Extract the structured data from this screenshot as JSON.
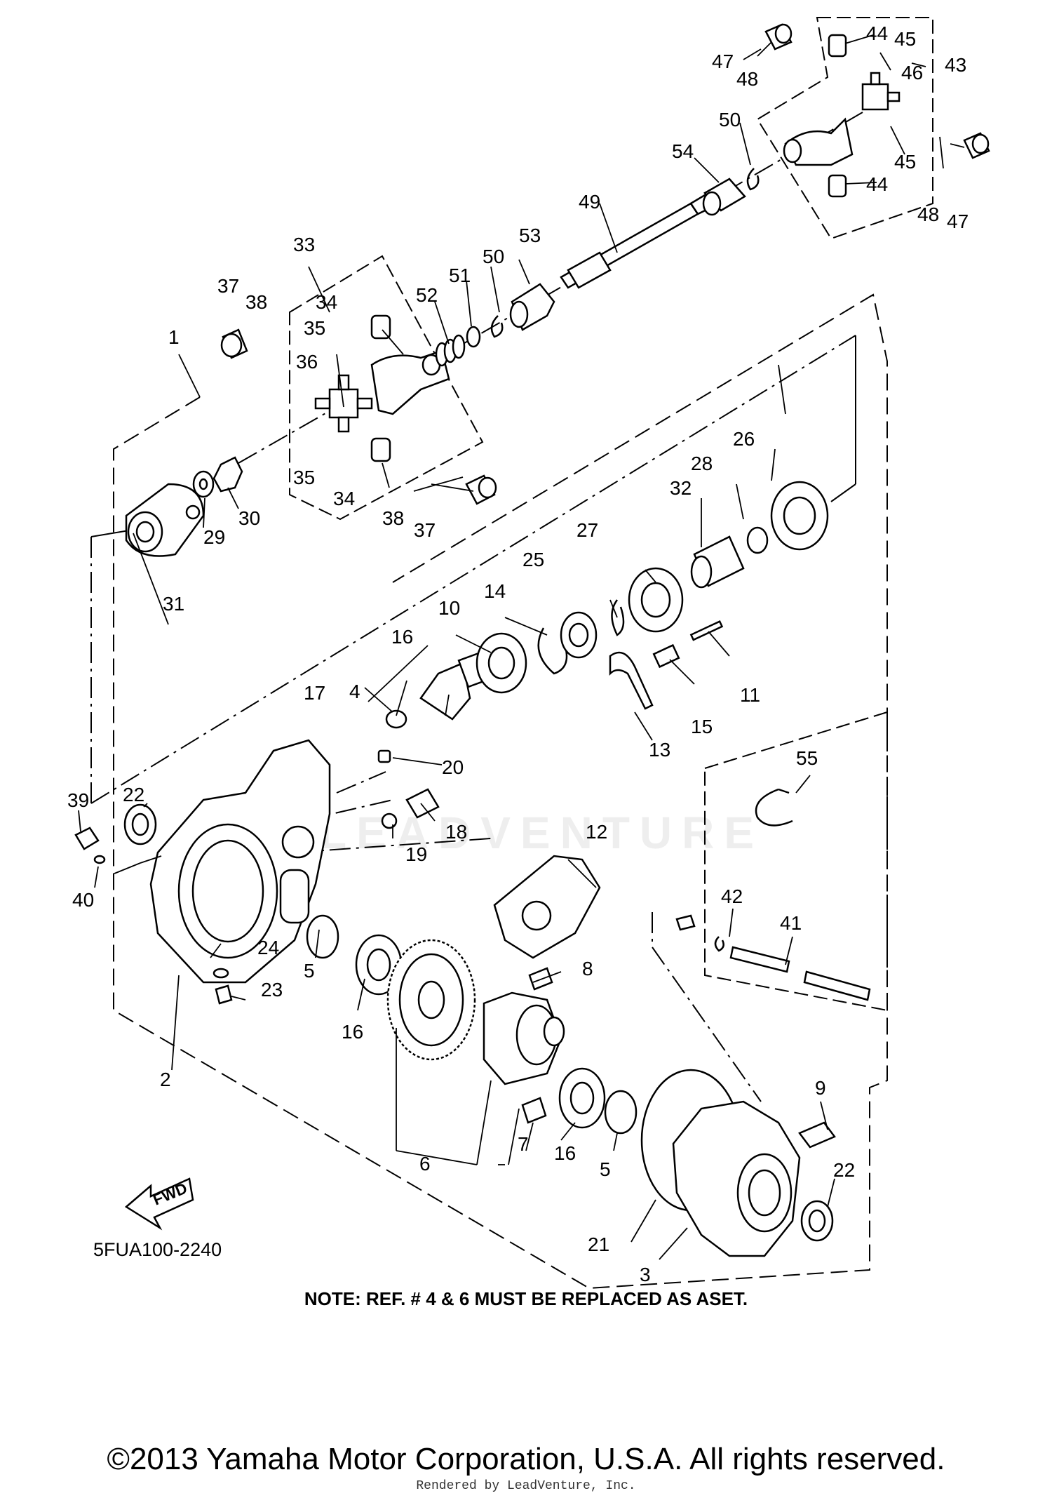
{
  "diagram_code": "5FUA100-2240",
  "note": "NOTE: REF. # 4 & 6 MUST BE REPLACED AS ASET.",
  "copyright": "©2013 Yamaha Motor Corporation, U.S.A. All rights reserved.",
  "rendered_by": "Rendered by LeadVenture, Inc.",
  "watermark": "LEADVENTURE",
  "fwd_label": "FWD",
  "callouts": [
    {
      "id": "c1",
      "n": "1"
    },
    {
      "id": "c2",
      "n": "2"
    },
    {
      "id": "c3",
      "n": "3"
    },
    {
      "id": "c4",
      "n": "4"
    },
    {
      "id": "c5a",
      "n": "5"
    },
    {
      "id": "c5b",
      "n": "5"
    },
    {
      "id": "c6",
      "n": "6"
    },
    {
      "id": "c7",
      "n": "7"
    },
    {
      "id": "c8",
      "n": "8"
    },
    {
      "id": "c9",
      "n": "9"
    },
    {
      "id": "c10",
      "n": "10"
    },
    {
      "id": "c11",
      "n": "11"
    },
    {
      "id": "c12",
      "n": "12"
    },
    {
      "id": "c13",
      "n": "13"
    },
    {
      "id": "c14",
      "n": "14"
    },
    {
      "id": "c15",
      "n": "15"
    },
    {
      "id": "c16a",
      "n": "16"
    },
    {
      "id": "c16b",
      "n": "16"
    },
    {
      "id": "c16c",
      "n": "16"
    },
    {
      "id": "c17",
      "n": "17"
    },
    {
      "id": "c18",
      "n": "18"
    },
    {
      "id": "c19",
      "n": "19"
    },
    {
      "id": "c20",
      "n": "20"
    },
    {
      "id": "c21",
      "n": "21"
    },
    {
      "id": "c22a",
      "n": "22"
    },
    {
      "id": "c22b",
      "n": "22"
    },
    {
      "id": "c23",
      "n": "23"
    },
    {
      "id": "c24",
      "n": "24"
    },
    {
      "id": "c25",
      "n": "25"
    },
    {
      "id": "c26",
      "n": "26"
    },
    {
      "id": "c27",
      "n": "27"
    },
    {
      "id": "c28",
      "n": "28"
    },
    {
      "id": "c29",
      "n": "29"
    },
    {
      "id": "c30",
      "n": "30"
    },
    {
      "id": "c31",
      "n": "31"
    },
    {
      "id": "c32",
      "n": "32"
    },
    {
      "id": "c33",
      "n": "33"
    },
    {
      "id": "c34a",
      "n": "34"
    },
    {
      "id": "c34b",
      "n": "34"
    },
    {
      "id": "c35a",
      "n": "35"
    },
    {
      "id": "c35b",
      "n": "35"
    },
    {
      "id": "c36",
      "n": "36"
    },
    {
      "id": "c37a",
      "n": "37"
    },
    {
      "id": "c37b",
      "n": "37"
    },
    {
      "id": "c38a",
      "n": "38"
    },
    {
      "id": "c38b",
      "n": "38"
    },
    {
      "id": "c39",
      "n": "39"
    },
    {
      "id": "c40",
      "n": "40"
    },
    {
      "id": "c41",
      "n": "41"
    },
    {
      "id": "c42",
      "n": "42"
    },
    {
      "id": "c43",
      "n": "43"
    },
    {
      "id": "c44a",
      "n": "44"
    },
    {
      "id": "c44b",
      "n": "44"
    },
    {
      "id": "c45a",
      "n": "45"
    },
    {
      "id": "c45b",
      "n": "45"
    },
    {
      "id": "c46",
      "n": "46"
    },
    {
      "id": "c47a",
      "n": "47"
    },
    {
      "id": "c47b",
      "n": "47"
    },
    {
      "id": "c48a",
      "n": "48"
    },
    {
      "id": "c48b",
      "n": "48"
    },
    {
      "id": "c49",
      "n": "49"
    },
    {
      "id": "c50a",
      "n": "50"
    },
    {
      "id": "c50b",
      "n": "50"
    },
    {
      "id": "c51",
      "n": "51"
    },
    {
      "id": "c52",
      "n": "52"
    },
    {
      "id": "c53",
      "n": "53"
    },
    {
      "id": "c54",
      "n": "54"
    },
    {
      "id": "c55",
      "n": "55"
    }
  ]
}
